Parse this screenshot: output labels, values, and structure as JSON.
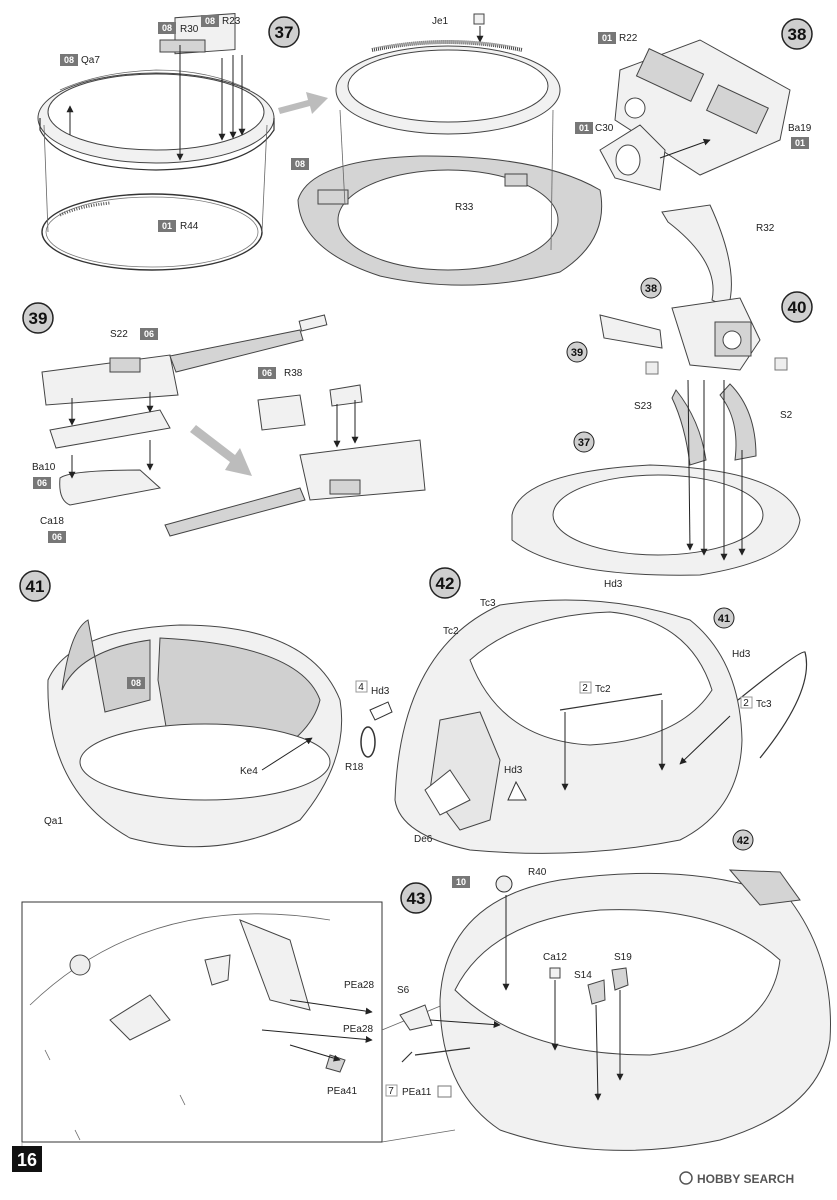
{
  "page_number": "16",
  "watermark": "HOBBY SEARCH",
  "steps": {
    "s37": "37",
    "s38": "38",
    "s39": "39",
    "s40": "40",
    "s41": "41",
    "s42": "42",
    "s43": "43"
  },
  "sub_refs": {
    "ref38": "38",
    "ref39": "39",
    "ref37": "37",
    "ref41": "41",
    "ref42": "42"
  },
  "sprues": {
    "s08a": "08",
    "s08b": "08",
    "s08c": "08",
    "s01a": "01",
    "s08d": "08",
    "s01b": "01",
    "s01c": "01",
    "s01d": "01",
    "s06a": "06",
    "s06b": "06",
    "s06c": "06",
    "s06d": "06",
    "s08e": "08",
    "s10": "10"
  },
  "parts": {
    "R23": "R23",
    "R30": "R30",
    "Qa7": "Qa7",
    "R44": "R44",
    "Je1": "Je1",
    "R33": "R33",
    "R22": "R22",
    "C30": "C30",
    "Ba19": "Ba19",
    "R32": "R32",
    "S22": "S22",
    "R38": "R38",
    "Ba10": "Ba10",
    "Ca18": "Ca18",
    "S23": "S23",
    "S2": "S2",
    "Ke4": "Ke4",
    "Qa1": "Qa1",
    "Hd3a": "Hd3",
    "Tc3a": "Tc3",
    "Tc2a": "Tc2",
    "Hd3b": "Hd3",
    "Hd3c": "Hd3",
    "Tc2b": "Tc2",
    "Tc3b": "Tc3",
    "R18": "R18",
    "Hd3d": "Hd3",
    "De6": "De6",
    "R40": "R40",
    "Ca12": "Ca12",
    "S14": "S14",
    "S19": "S19",
    "S6": "S6",
    "PEa11": "PEa11",
    "PEa28a": "PEa28",
    "PEa28b": "PEa28",
    "PEa41": "PEa41"
  },
  "repeat_marks": {
    "x4": "4",
    "x2a": "2",
    "x2b": "2",
    "x7": "7"
  }
}
